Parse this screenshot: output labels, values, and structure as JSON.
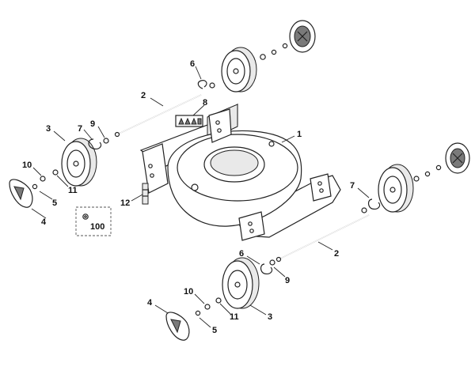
{
  "diagram": {
    "callouts": [
      {
        "id": "c1",
        "label": "1"
      },
      {
        "id": "c2a",
        "label": "2"
      },
      {
        "id": "c2b",
        "label": "2"
      },
      {
        "id": "c3a",
        "label": "3"
      },
      {
        "id": "c3b",
        "label": "3"
      },
      {
        "id": "c4a",
        "label": "4"
      },
      {
        "id": "c4b",
        "label": "4"
      },
      {
        "id": "c5a",
        "label": "5"
      },
      {
        "id": "c5b",
        "label": "5"
      },
      {
        "id": "c6a",
        "label": "6"
      },
      {
        "id": "c6b",
        "label": "6"
      },
      {
        "id": "c7a",
        "label": "7"
      },
      {
        "id": "c7b",
        "label": "7"
      },
      {
        "id": "c8",
        "label": "8"
      },
      {
        "id": "c9a",
        "label": "9"
      },
      {
        "id": "c9b",
        "label": "9"
      },
      {
        "id": "c10a",
        "label": "10"
      },
      {
        "id": "c10b",
        "label": "10"
      },
      {
        "id": "c11a",
        "label": "11"
      },
      {
        "id": "c11b",
        "label": "11"
      },
      {
        "id": "c12",
        "label": "12"
      },
      {
        "id": "c100",
        "label": "100"
      }
    ],
    "icons": [
      "mower-deck-icon",
      "wheel-icon",
      "hubcap-icon",
      "axle-icon",
      "warning-label-icon",
      "hardware-kit-icon"
    ]
  }
}
